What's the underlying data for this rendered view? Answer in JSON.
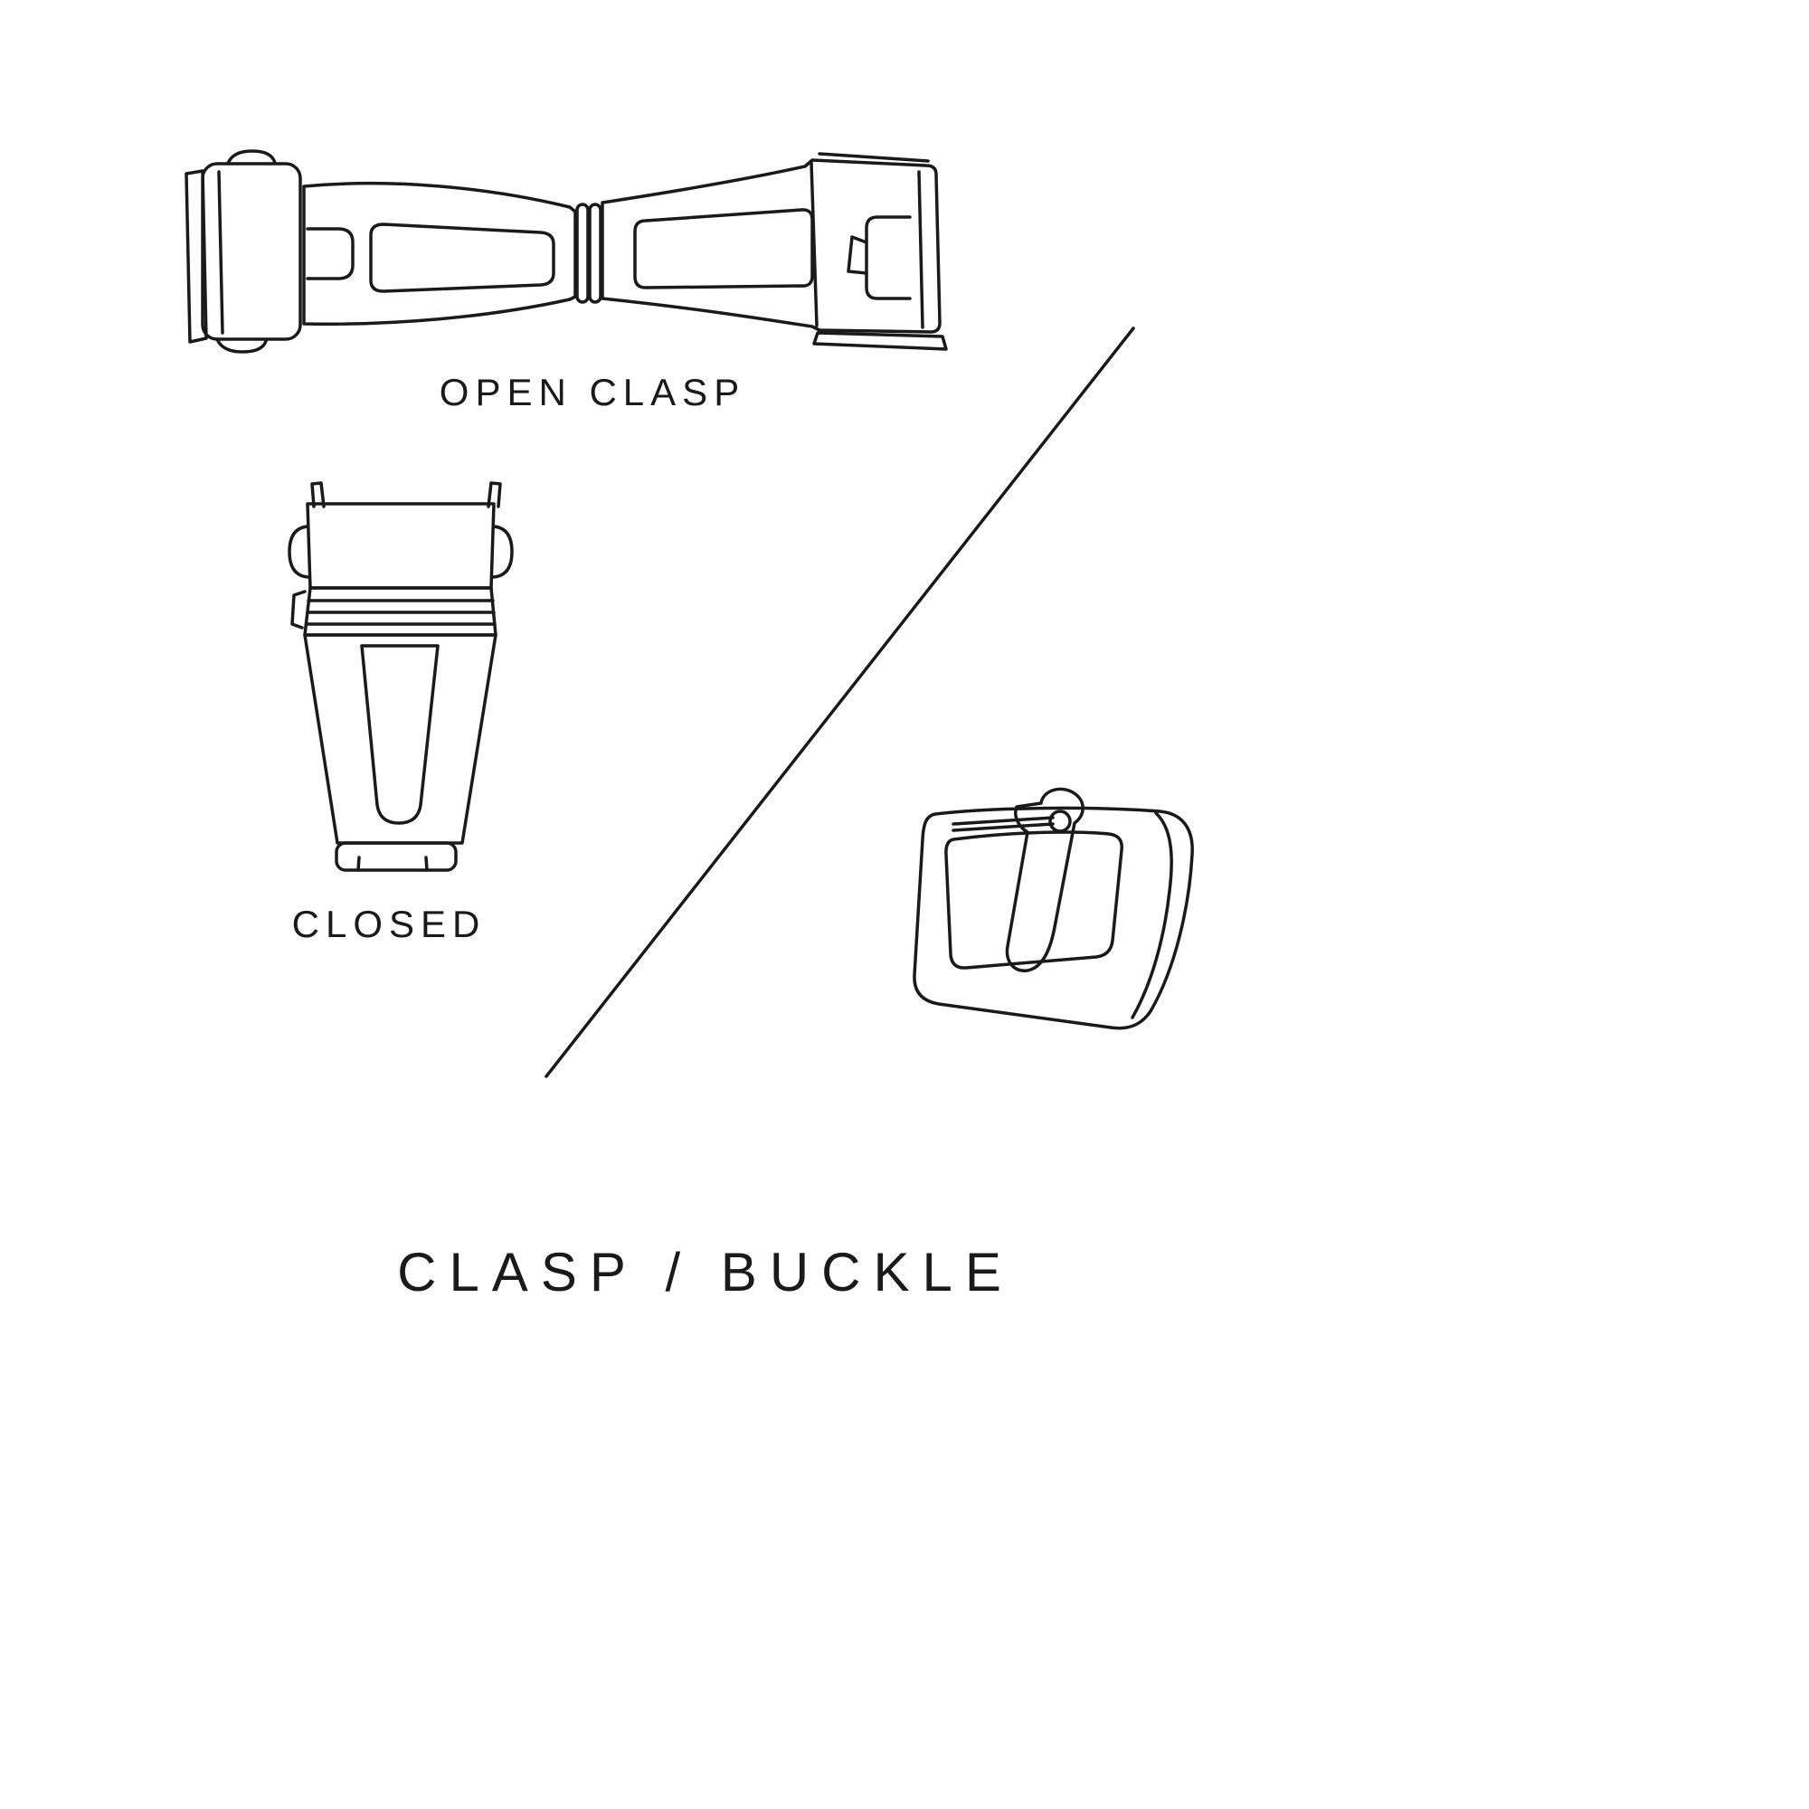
{
  "page": {
    "title": "CLASP / BUCKLE"
  },
  "labels": {
    "open_clasp": "OPEN CLASP",
    "closed": "CLOSED"
  },
  "illustrations": {
    "open_clasp": "open-clasp-line-drawing",
    "closed_clasp": "closed-clasp-line-drawing",
    "buckle": "tang-buckle-line-drawing",
    "divider": "diagonal-divider-line"
  },
  "colors": {
    "ink": "#1a1a1a",
    "background": "#ffffff"
  }
}
